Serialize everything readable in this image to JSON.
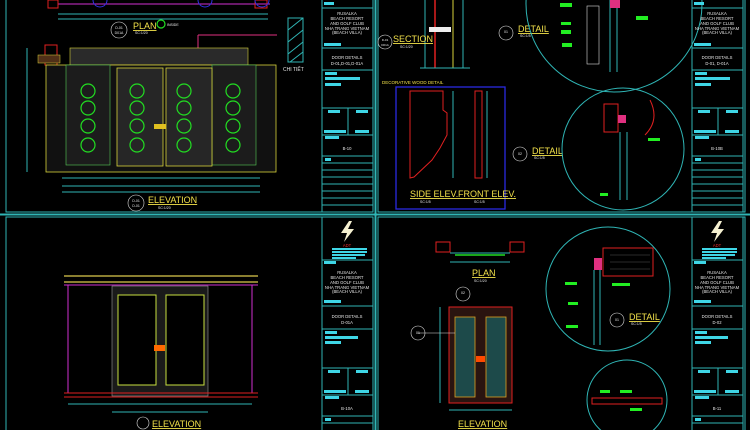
{
  "sheets": [
    {
      "id": "top-left",
      "labels": {
        "plan": "PLAN",
        "plan_scale": "SC:1/20",
        "plan_ref": "D-01",
        "plan_ref2": "D01A",
        "inside": "INSIDE",
        "chi_tiet": "CHI TIẾT",
        "elevation": "ELEVATION",
        "elevation_scale": "SC:1/20",
        "elev_ref": "D-01",
        "elev_ref2": "D-01"
      },
      "title_block": {
        "project": [
          "RUSALKA",
          "BEACH RESORT",
          "AND GOLF CLUB"
        ],
        "location": [
          "NHA TRANG VIETNAM",
          "(BEACH VILLA)"
        ],
        "drawing": [
          "DOOR DETAILS",
          "D-01,D-01,D-01A"
        ],
        "sheet_no": "B-10"
      }
    },
    {
      "id": "top-right",
      "labels": {
        "section": "SECTION",
        "section_scale": "SC:1/20",
        "section_ref": "D-01",
        "section_ref2": "D01A",
        "detail1": "DETAIL",
        "detail1_ref": "01",
        "detail1_scale": "SC:1/5",
        "deco": "DECORATIVE WOOD DETAIL",
        "side_elev": "SIDE ELEV.",
        "side_scale": "SC:1/5",
        "front_elev": "FRONT ELEV.",
        "front_scale": "SC:1/5",
        "detail2": "DETAIL",
        "detail2_ref": "02",
        "detail2_scale": "SC:1/5"
      },
      "title_block": {
        "project": [
          "RUSALKA",
          "BEACH RESORT",
          "AND GOLF CLUB"
        ],
        "location": [
          "NHA TRANG VIETNAM",
          "(BEACH VILLA)"
        ],
        "drawing": [
          "DOOR DETAILS",
          "D-01, D-01A"
        ],
        "sheet_no": "B-10B"
      }
    },
    {
      "id": "bottom-left",
      "labels": {
        "elevation": "ELEVATION"
      },
      "title_block": {
        "logo": "ADT",
        "project": [
          "RUSALKA",
          "BEACH RESORT",
          "AND GOLF CLUB"
        ],
        "location": [
          "NHA TRANG VIETNAM",
          "(BEACH VILLA)"
        ],
        "drawing": [
          "DOOR DETAILS",
          "D-01A"
        ],
        "sheet_no": "B-10A"
      }
    },
    {
      "id": "bottom-right",
      "labels": {
        "plan": "PLAN",
        "plan_scale": "SC:1/20",
        "ref1": "01",
        "ref2": "02",
        "detail": "DETAIL",
        "detail_ref": "01",
        "detail_scale": "SC:1/5",
        "elevation": "ELEVATION"
      },
      "title_block": {
        "logo": "ADT",
        "project": [
          "RUSALKA",
          "BEACH RESORT",
          "AND GOLF CLUB"
        ],
        "location": [
          "NHA TRANG VIETNAM",
          "(BEACH VILLA)"
        ],
        "drawing": [
          "DOOR DETAILS",
          "D-02"
        ],
        "sheet_no": "B-11"
      }
    }
  ],
  "colors": {
    "frame": "#2fb5b5",
    "annotation": "#f2e14a",
    "hardware": "#22dd22",
    "section_cut": "#e02020",
    "background": "#000000"
  }
}
